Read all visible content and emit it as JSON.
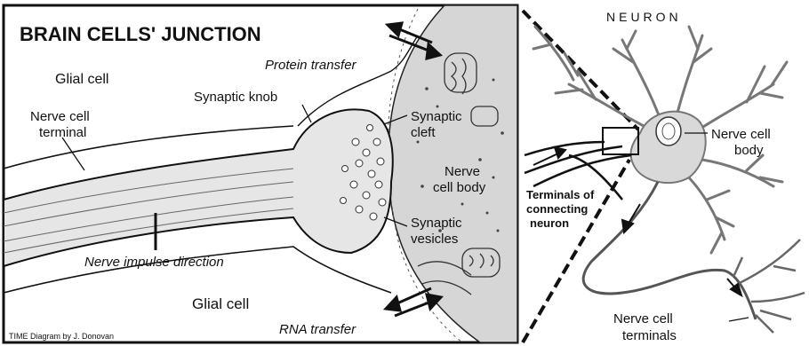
{
  "panel_left": {
    "title": "BRAIN CELLS' JUNCTION",
    "labels": {
      "glial_top": "Glial cell",
      "protein_transfer": "Protein transfer",
      "synaptic_knob": "Synaptic knob",
      "nerve_terminal_1": "Nerve cell",
      "nerve_terminal_2": "terminal",
      "synaptic_cleft_1": "Synaptic",
      "synaptic_cleft_2": "cleft",
      "cell_body_1": "Nerve",
      "cell_body_2": "cell body",
      "vesicles_1": "Synaptic",
      "vesicles_2": "vesicles",
      "impulse": "Nerve impulse direction",
      "glial_bottom": "Glial cell",
      "rna_transfer": "RNA transfer",
      "credit": "TIME Diagram by J. Donovan"
    }
  },
  "panel_right": {
    "title": "NEURON",
    "labels": {
      "cell_body_1": "Nerve cell",
      "cell_body_2": "body",
      "terminals_conn_1": "Terminals of",
      "terminals_conn_2": "connecting",
      "terminals_conn_3": "neuron",
      "terminals_1": "Nerve cell",
      "terminals_2": "terminals"
    }
  },
  "colors": {
    "ink": "#111111",
    "body_fill": "#d9d9d9",
    "knob_fill": "#e6e6e6",
    "bg": "#ffffff"
  }
}
